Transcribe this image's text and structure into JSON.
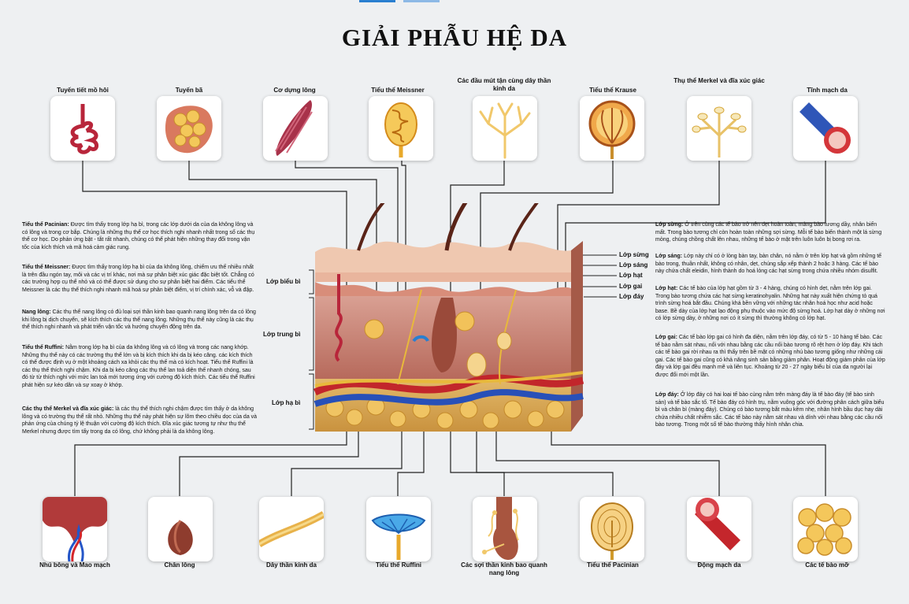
{
  "title": "GIẢI PHẪU HỆ DA",
  "top_items": [
    {
      "label": "Tuyến tiết mồ hôi",
      "icon": "sweat-gland-icon"
    },
    {
      "label": "Tuyến bã",
      "icon": "sebaceous-gland-icon"
    },
    {
      "label": "Cơ dựng lông",
      "icon": "arrector-muscle-icon"
    },
    {
      "label": "Tiểu thể Meissner",
      "icon": "meissner-corpuscle-icon"
    },
    {
      "label": "Các đầu mút tận cùng dây thần kinh da",
      "icon": "nerve-endings-icon"
    },
    {
      "label": "Tiểu thể Krause",
      "icon": "krause-bulb-icon"
    },
    {
      "label": "Thụ thể Merkel và đĩa xúc giác",
      "icon": "merkel-disc-icon"
    },
    {
      "label": "Tĩnh mạch da",
      "icon": "vein-icon"
    }
  ],
  "bottom_items": [
    {
      "label": "Nhú bông và Mao mạch",
      "icon": "papilla-capillary-icon"
    },
    {
      "label": "Chân lông",
      "icon": "hair-root-icon"
    },
    {
      "label": "Dây thần kinh da",
      "icon": "skin-nerve-icon"
    },
    {
      "label": "Tiểu thể Ruffini",
      "icon": "ruffini-corpuscle-icon"
    },
    {
      "label": "Các sợi thần kinh bao quanh nang lông",
      "icon": "follicle-nerves-icon"
    },
    {
      "label": "Tiểu thể Pacinian",
      "icon": "pacinian-corpuscle-icon"
    },
    {
      "label": "Động mạch da",
      "icon": "artery-icon"
    },
    {
      "label": "Các tế bào mỡ",
      "icon": "fat-cells-icon"
    }
  ],
  "left_paragraphs": [
    {
      "term": "Tiểu thể Pacinian:",
      "text": "Được tìm thấy trong lớp hạ bì, trong các lớp dưới da của da không lông và có lông và trong cơ bắp. Chúng là những thụ thể cơ học thích nghi nhanh nhất trong số các thụ thể cơ học. Do phản ứng bật - tắt rất nhanh, chúng có thể phát hiện những thay đổi trong vận tốc của kích thích và mã hoá cảm giác rung."
    },
    {
      "term": "Tiểu thể Meissner:",
      "text": "Được tìm thấy trong lớp hạ bì của da không lông, chiếm ưu thế nhiều nhất là trên đầu ngón tay, môi và các vị trí khác, nơi mà sự phân biệt xúc giác đặc biệt tốt. Chẳng có các trường hợp cụ thể nhỏ và có thể được sử dụng cho sự phân biệt hai điểm. Các tiểu thể Meissner là các thụ thể thích nghi nhanh mã hoá sự phân biệt điểm, vị trí chính xác, vỗ và đập."
    },
    {
      "term": "Nang lông:",
      "text": "Các thụ thể nang lông có đủ loại sợi thần kinh bao quanh nang lông trên da có lông khi lông bị dịch chuyển, sẽ kích thích các thụ thể nang lông. Những thụ thể này cũng là các thụ thể thích nghi nhanh và phát triển vận tốc và hướng chuyển động trên da."
    },
    {
      "term": "Tiểu thể Ruffini:",
      "text": "Nằm trong lớp hạ bì của da không lông và có lông và trong các nang khớp. Những thụ thể này có các trường thụ thể lớn và bị kích thích khi da bị kéo căng. các kích thích có thể được định vụ ở một khoảng cách xa khỏi các thụ thể mà có kích hoạt. Tiểu thể Ruffini là các thụ thể thích nghi chậm. Khi da bị kéo căng các thụ thể lan toả diện thế nhanh chóng, sau đó từ từ thích nghi với mức lan toả mới tương ứng với cường độ kích thích. Các tiểu thể Ruffini phát hiện sự kéo dãn và sự xoay ở khớp."
    },
    {
      "term": "Các thụ thể Merkel và đĩa xúc giác:",
      "text": "là các thụ thể thích nghi chậm được tìm thấy ở da không lông và có trường thụ thể rất nhỏ. Những thụ thể này phát hiện sự lõm theo chiều dọc của da và phản ứng của chúng tỷ lệ thuận với cường độ kích thích. Đĩa xúc giác tương tự như thụ thể Merkel nhưng được tìm tấy trong da có lông, chứ không phải là da không lông."
    }
  ],
  "right_paragraphs": [
    {
      "term": "Lớp sừng:",
      "text": "Ở trên cùng các tế bào trở nên dẹt hoàn toàn, màng bào tương dầy, nhân biến mất. Trong bào tương chỉ còn hoàn toàn những sợi sừng. Mỗi tế bào biến thành một lá sừng mỏng, chúng chồng chất lên nhau, những tế bào ở mặt trên luôn luôn bị bong rơi ra."
    },
    {
      "term": "Lớp sáng:",
      "text": "Lớp này chỉ có ở lòng bàn tay, bàn chân, nó nằm ở trên lớp hạt và gồm những tế bào trong, thuần nhất, không có nhân, dẹt, chúng sắp xếp thành 2 hoặc 3 hàng. Các tế bào này chứa chất eleidin, hình thành do hoá lỏng các hạt sừng trong chứa nhiều nhóm disulfit."
    },
    {
      "term": "Lớp hạt:",
      "text": "Các tế bào của lớp hạt gồm từ 3 - 4 hàng, chúng có hình dẹt, nằm trên lớp gai. Trong bào tương chứa các hạt sừng keratinohyalin. Những hạt này xuất hiện chứng tỏ quá trình sừng hoá bắt đầu. Chúng khá bền vững với những tác nhân hoá học như acid hoặc base. Bề dày của lớp hạt lạo động phụ thuộc vào mức độ sừng hoá. Lớp hạt dày ở những nơi có lớp sừng dày, ở những nơi có ít sừng thì thường không có lớp hạt."
    },
    {
      "term": "Lớp gai:",
      "text": "Các tế bào lớp gai có hình đa diện, nằm trên lớp đáy, có từ 5 - 10 hàng tế bào. Các tế bào nằm sát nhau, nối với nhau bằng các cầu nối bào tương rõ rệt hơn ở lớp đáy. Khi tách các tế bào gai rời nhau ra thì thấy trên bề mặt có những nhú bào tương giống như những cái gai. Các tế bào gai cũng có khả năng sinh sản bằng giảm phân. Hoạt động giảm phân của lớp đáy và lớp gai đều mạnh mẽ và liên tục. Khoảng từ 20 - 27 ngày biểu bì của da người lại được đổi mới một lần."
    },
    {
      "term": "Lớp đáy:",
      "text": "Ở lớp đáy có hai loại tế bào cùng nằm trên màng đáy là tế bào đáy (tế bào sinh sản) và tế bào sắc tố. Tế bào đáy có hình trụ, nằm vuông góc với đường phân cách giữa biểu bì và chân bì (màng đáy). Chúng có bào tương bắt màu kềm nhẹ, nhân hình bầu dục hay dài chứa nhiều chất nhiễm sắc. Các tế bào này nằm sát nhau và dính với nhau bằng các cầu nối bào tương. Trong một số tế bào thường thấy hình nhân chia."
    }
  ],
  "layer_labels_right": [
    "Lớp sừng",
    "Lớp sáng",
    "Lớp hạt",
    "Lớp gai",
    "Lớp đáy"
  ],
  "layer_labels_left": [
    "Lớp biểu bì",
    "Lớp trung bì",
    "Lớp hạ bì"
  ]
}
